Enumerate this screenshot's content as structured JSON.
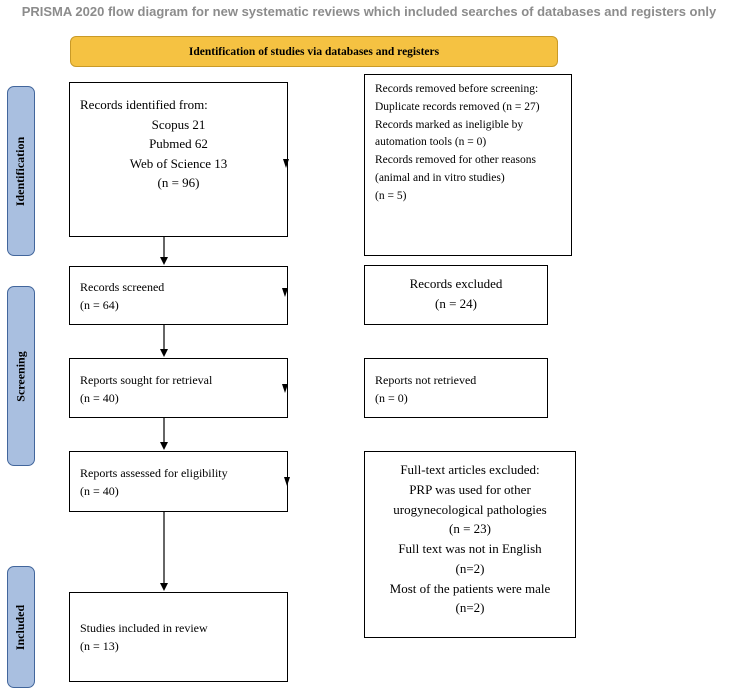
{
  "title": "PRISMA 2020 flow diagram for new systematic reviews which included searches of databases and registers only",
  "header": "Identification of studies via databases and registers",
  "phases": {
    "identification": "Identification",
    "screening": "Screening",
    "included": "Included"
  },
  "records_identified": {
    "lines": [
      "Records identified from:",
      "Scopus 21",
      "Pubmed 62",
      "Web of Science 13",
      "(n = 96)"
    ]
  },
  "records_removed": {
    "lines": [
      "Records removed before screening: Duplicate records removed (n = 27)",
      "Records marked as ineligible by automation tools (n = 0)",
      "Records removed for other reasons (animal and in vitro studies)",
      "(n = 5)"
    ]
  },
  "records_screened": {
    "label": "Records screened",
    "count": "(n = 64)"
  },
  "records_excluded": {
    "label": "Records excluded",
    "count": "(n = 24)"
  },
  "reports_sought": {
    "label": "Reports sought for retrieval",
    "count": "(n = 40)"
  },
  "reports_not_retrieved": {
    "label": "Reports not retrieved",
    "count": "(n = 0)"
  },
  "reports_assessed": {
    "label": "Reports assessed for eligibility",
    "count": "(n = 40)"
  },
  "fulltext_excluded": {
    "lines": [
      "Full-text articles excluded:",
      "PRP was used for other urogynecological pathologies",
      "(n = 23)",
      "Full text was not in English",
      "(n=2)",
      "Most of the patients were male (n=2)"
    ]
  },
  "studies_included": {
    "label": "Studies included in review",
    "count": "(n = 13)"
  }
}
